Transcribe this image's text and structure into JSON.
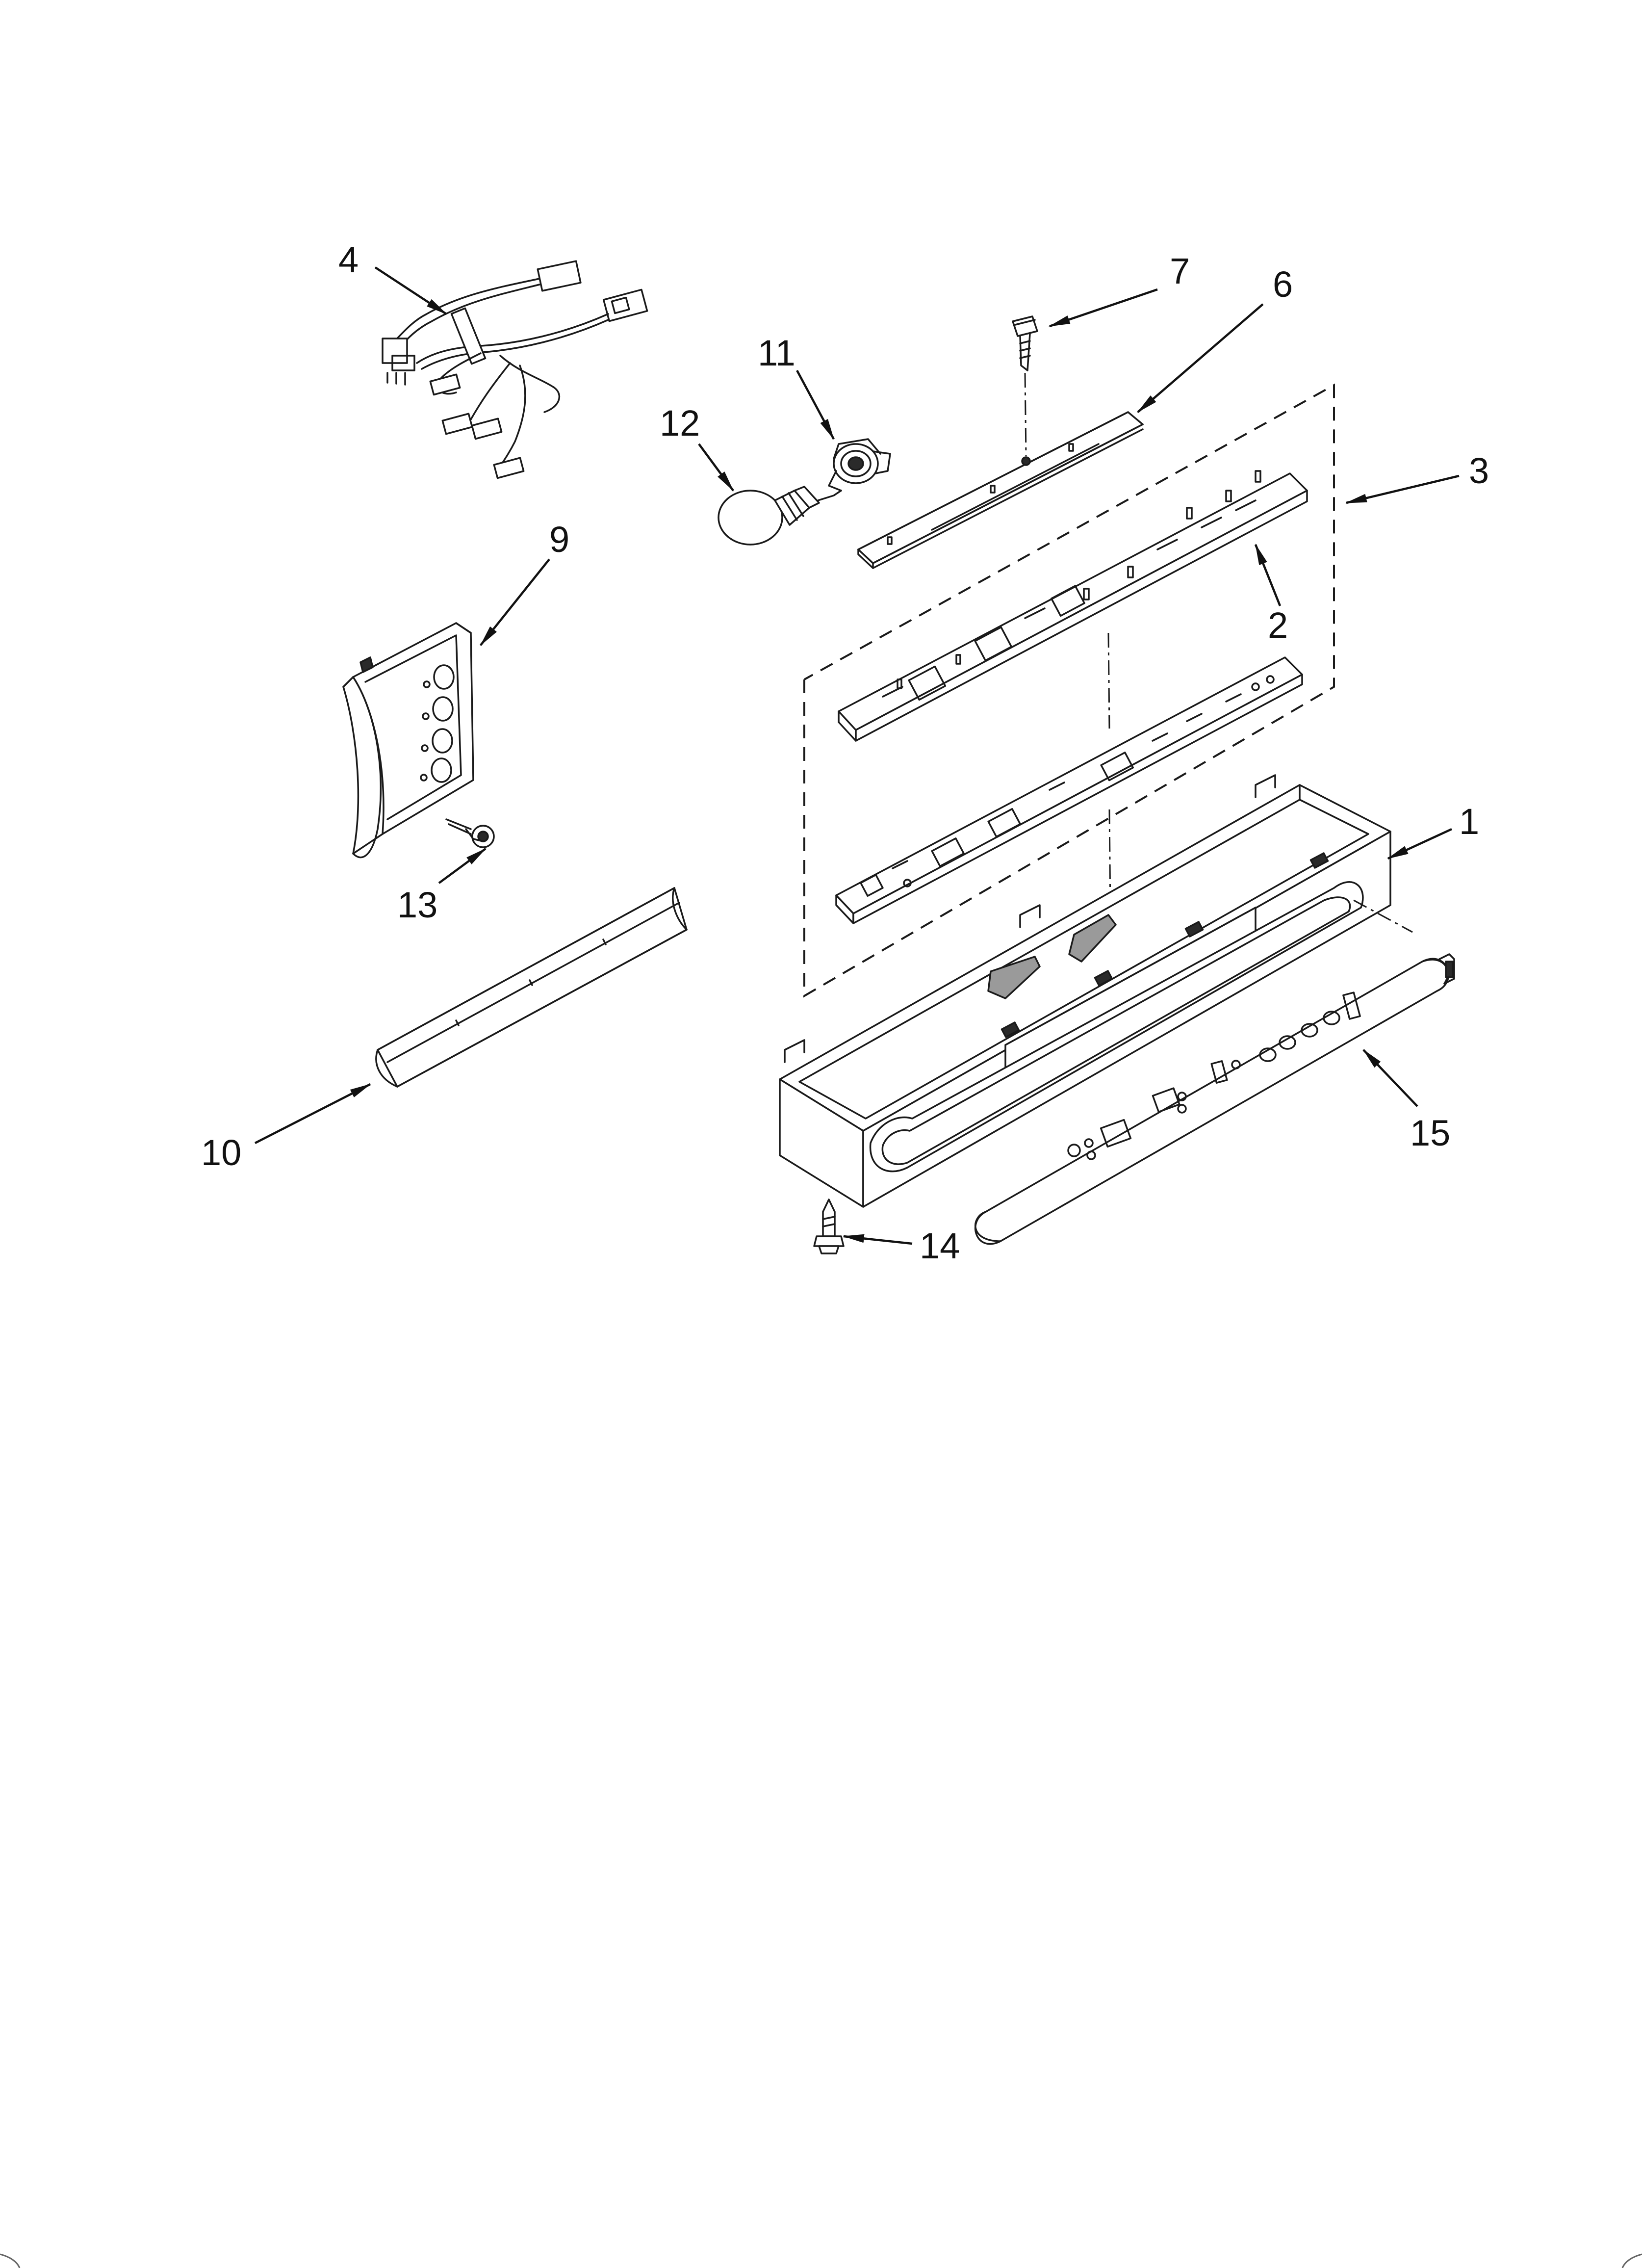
{
  "diagram": {
    "type": "exploded-parts-diagram",
    "callouts": [
      {
        "id": "1",
        "label": "1"
      },
      {
        "id": "2",
        "label": "2"
      },
      {
        "id": "3",
        "label": "3"
      },
      {
        "id": "4",
        "label": "4"
      },
      {
        "id": "6",
        "label": "6"
      },
      {
        "id": "7",
        "label": "7"
      },
      {
        "id": "9",
        "label": "9"
      },
      {
        "id": "10",
        "label": "10"
      },
      {
        "id": "11",
        "label": "11"
      },
      {
        "id": "12",
        "label": "12"
      },
      {
        "id": "13",
        "label": "13"
      },
      {
        "id": "14",
        "label": "14"
      },
      {
        "id": "15",
        "label": "15"
      }
    ]
  }
}
